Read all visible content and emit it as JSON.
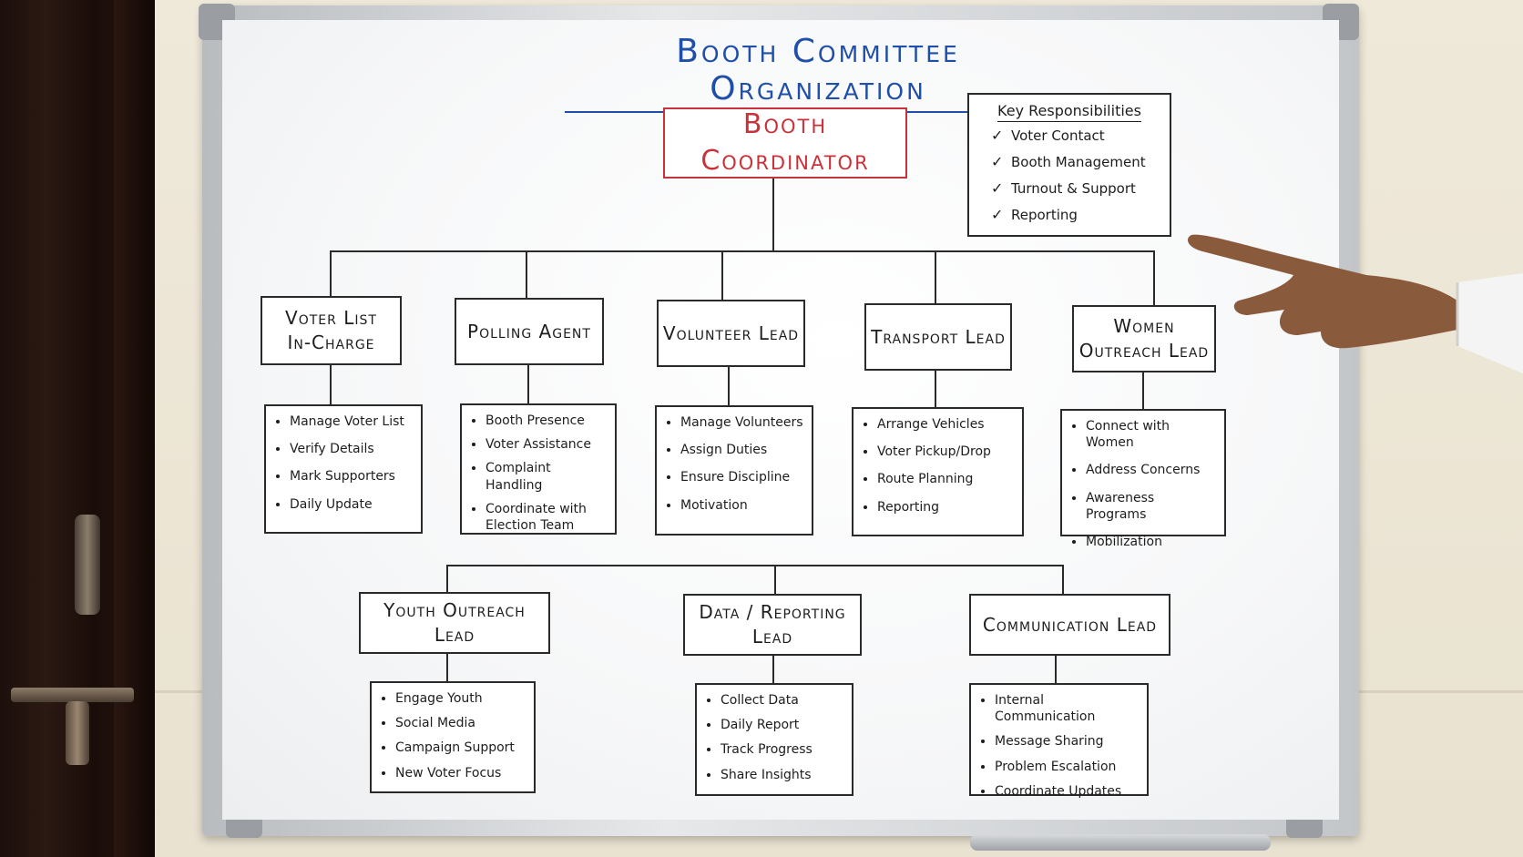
{
  "title": "Booth Committee Organization",
  "coordinator": "Booth Coordinator",
  "key": {
    "heading": "Key Responsibilities",
    "items": [
      "Voter Contact",
      "Booth Management",
      "Turnout & Support",
      "Reporting"
    ]
  },
  "row1": [
    {
      "role_line1": "Voter List",
      "role_line2": "In-Charge",
      "tasks": [
        "Manage Voter List",
        "Verify Details",
        "Mark Supporters",
        "Daily Update"
      ]
    },
    {
      "role_line1": "Polling Agent",
      "role_line2": "",
      "tasks": [
        "Booth Presence",
        "Voter Assistance",
        "Complaint Handling",
        "Coordinate with Election Team"
      ]
    },
    {
      "role_line1": "Volunteer Lead",
      "role_line2": "",
      "tasks": [
        "Manage Volunteers",
        "Assign Duties",
        "Ensure Discipline",
        "Motivation"
      ]
    },
    {
      "role_line1": "Transport Lead",
      "role_line2": "",
      "tasks": [
        "Arrange Vehicles",
        "Voter Pickup/Drop",
        "Route Planning",
        "Reporting"
      ]
    },
    {
      "role_line1": "Women",
      "role_line2": "Outreach Lead",
      "tasks": [
        "Connect with Women",
        "Address Concerns",
        "Awareness Programs",
        "Mobilization"
      ]
    }
  ],
  "row2": [
    {
      "role": "Youth Outreach Lead",
      "tasks": [
        "Engage Youth",
        "Social Media",
        "Campaign Support",
        "New Voter Focus"
      ]
    },
    {
      "role": "Data / Reporting Lead",
      "tasks": [
        "Collect Data",
        "Daily Report",
        "Track Progress",
        "Share Insights"
      ]
    },
    {
      "role": "Communication Lead",
      "tasks": [
        "Internal Communication",
        "Message Sharing",
        "Problem Escalation",
        "Coordinate Updates"
      ]
    }
  ],
  "colors": {
    "title": "#1f4fa8",
    "coordinator": "#c8323a",
    "ink": "#2a2a2a"
  },
  "icons": {
    "check": "check-icon"
  }
}
